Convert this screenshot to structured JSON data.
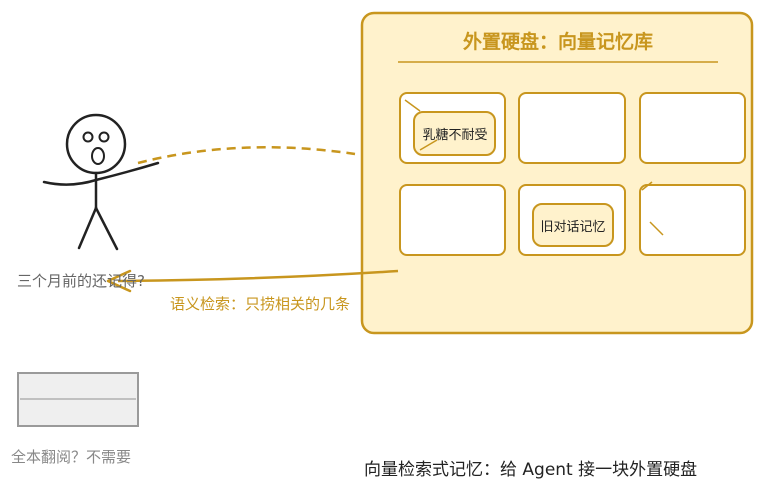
{
  "panel": {
    "title": "外置硬盘：向量记忆库",
    "cell_a": "乳糖不耐受",
    "cell_b": "旧对话记忆"
  },
  "person": {
    "question": "三个月前的还记得?"
  },
  "retrieval_label": "语义检索：只捞相关的几条",
  "full_scan_label": "全本翻阅？不需要",
  "caption": "向量检索式记忆：给 Agent 接一块外置硬盘",
  "colors": {
    "panel_fill": "#fff2cc",
    "accent": "#c8961e",
    "ink": "#222222",
    "muted": "#888888"
  }
}
